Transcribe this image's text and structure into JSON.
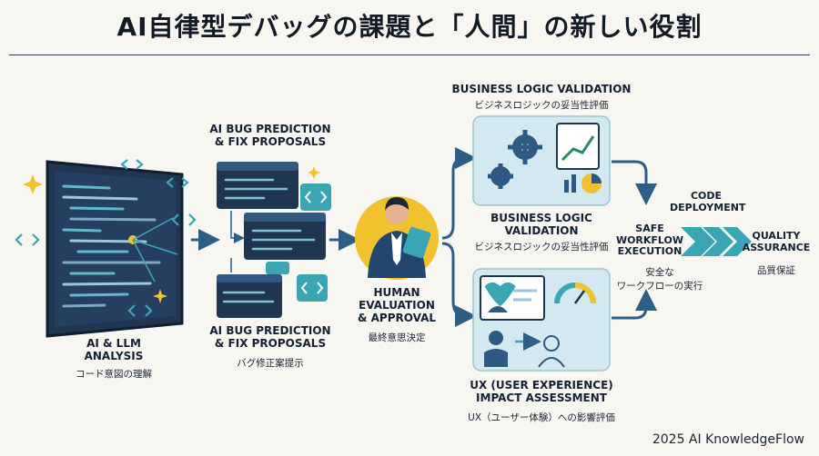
{
  "title": "AI自律型デバッグの課題と「人間」の新しい役割",
  "stages": {
    "ai_analysis": {
      "label": "AI & LLM\nANALYSIS",
      "sub": "コード意図の理解"
    },
    "bug_prediction_top": {
      "label": "AI BUG PREDICTION\n& FIX PROPOSALS"
    },
    "bug_prediction_bottom": {
      "label": "AI BUG PREDICTION\n& FIX PROPOSALS",
      "sub": "バグ修正案提示"
    },
    "human": {
      "label": "HUMAN\nEVALUATION\n& APPROVAL",
      "sub": "最終意思決定"
    },
    "biz_top": {
      "label": "BUSINESS LOGIC VALIDATION",
      "sub": "ビジネスロジックの妥当性評価"
    },
    "biz_mid": {
      "label": "BUSINESS LOGIC\nVALIDATION",
      "sub": "ビジネスロジックの妥当性評価"
    },
    "ux": {
      "label": "UX (USER EXPERIENCE)\nIMPACT ASSESSMENT",
      "sub": "UX（ユーザー体験）への影響評価"
    },
    "safe": {
      "label": "SAFE\nWORKFLOW\nEXECUTION",
      "sub": "安全な\nワークフローの実行"
    },
    "deploy": {
      "label": "CODE\nDEPLOYMENT"
    },
    "qa": {
      "label": "QUALITY\nASSURANCE",
      "sub": "品質保証"
    }
  },
  "code_tag": "</>",
  "footer": "2025 AI KnowledgeFlow",
  "colors": {
    "navy": "#1f3550",
    "teal": "#3aa6b4",
    "sky": "#cfe6ee",
    "gold": "#f2c12e",
    "arrow": "#2d5f86"
  }
}
